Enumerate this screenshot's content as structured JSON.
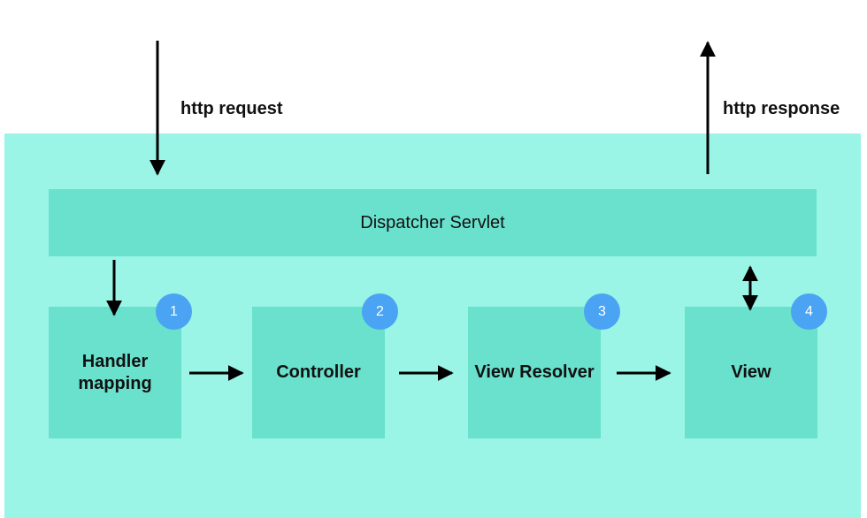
{
  "diagram": {
    "request_label": "http request",
    "response_label": "http response",
    "servlet_label": "Dispatcher Servlet",
    "steps": [
      {
        "number": "1",
        "label": "Handler\nmapping"
      },
      {
        "number": "2",
        "label": "Controller"
      },
      {
        "number": "3",
        "label": "View Resolver"
      },
      {
        "number": "4",
        "label": "View"
      }
    ]
  },
  "colors": {
    "background": "#9af5e7",
    "box": "#69e1cd",
    "badge": "#4aa4f3",
    "arrow": "#000000"
  }
}
